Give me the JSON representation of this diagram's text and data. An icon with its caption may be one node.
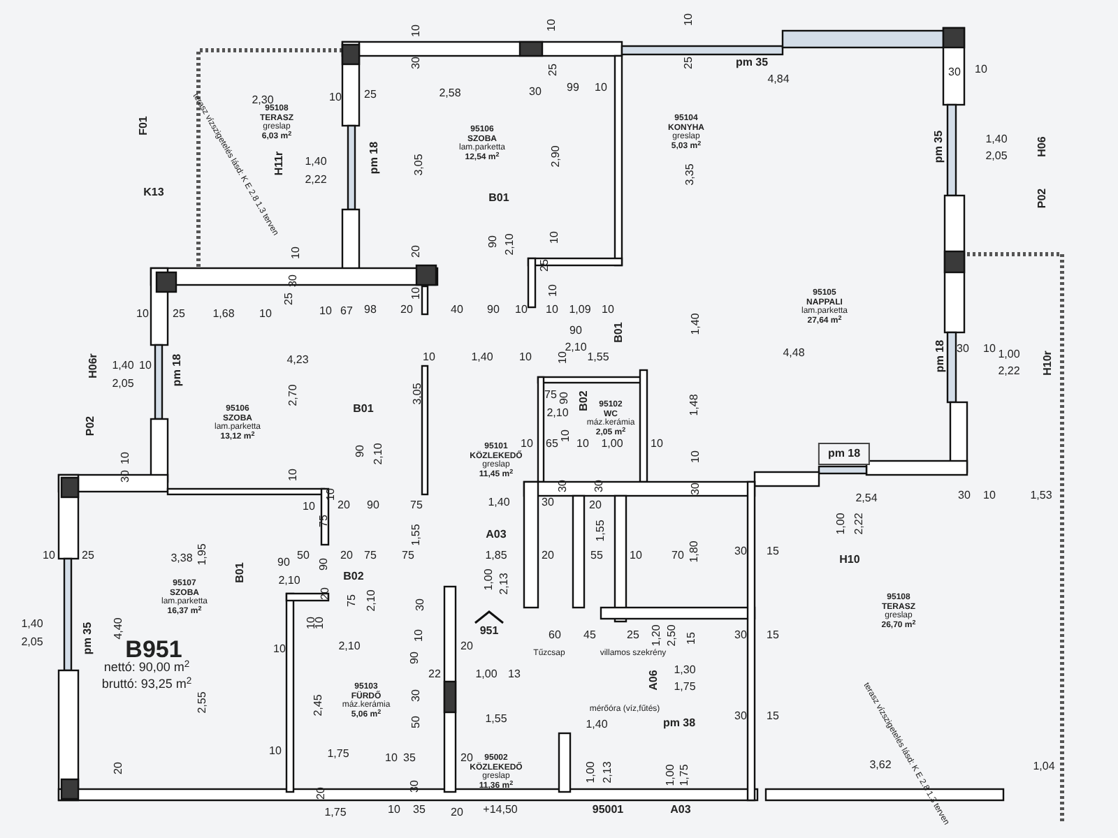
{
  "diagram": {
    "nodes": [
      {
        "text": [
          "95108",
          "TERASZ",
          "greslap",
          "6,03 m$^{2}$"
        ]
      },
      {
        "text": [
          "95106",
          "SZOBA",
          "lam.parketta",
          "12,54 m$^{2}$"
        ]
      },
      {
        "text": [
          "95104",
          "KONYHA",
          "greslap",
          "5,03 m$^{2}$"
        ]
      },
      {
        "text": [
          "95105",
          "NAPPALI",
          "lam.parketta",
          "27,64 m$^{2}$"
        ]
      },
      {
        "text": [
          "95106",
          "SZOBA",
          "lam.parketta",
          "13,12 m$^{2}$"
        ]
      },
      {
        "text": [
          "95102",
          "WC",
          "máz.kerámia",
          "2,05 m$^{2}$"
        ]
      },
      {
        "text": [
          "pm 18"
        ]
      },
      {
        "text": [
          "95101",
          "KÖZLEKEDŐ",
          "greslap",
          "11,45 m$^{2}$"
        ]
      },
      {
        "text": [
          "95107",
          "SZOBA",
          "lam.parketta",
          "16,37 m$^{2}$"
        ]
      },
      {
        "text": [
          "95103",
          "FÜRDŐ",
          "máz.kerámia",
          "5,06 m$^{2}$"
        ]
      },
      {
        "text": [
          "95108",
          "TERASZ",
          "greslap",
          "26,70 m$^{2}$"
        ]
      },
      {
        "text": [
          "95002",
          "KÖZLEKEDŐ",
          "greslap",
          "11,36 m$^{2}$"
        ]
      }
    ],
    "labels": [
      "10",
      "25",
      "10",
      "30",
      "10",
      "25",
      "10",
      "25",
      "pm 35",
      "30",
      "10",
      "4,84",
      "2,30",
      "2,58",
      "30",
      "99",
      "10",
      "F01",
      "terasz vízszigetelés lásd: K E 2.8 1.3 terven",
      "H11r",
      "1,40",
      "2,22",
      "pm 18",
      "3,05",
      "2,90",
      "3,35",
      "pm 35",
      "1,40",
      "2,05",
      "H06",
      "K13",
      "B01",
      "P02",
      "90",
      "2,10",
      "10",
      "10",
      "20",
      "25",
      "30",
      "25",
      "10",
      "10",
      "10",
      "25",
      "1,68",
      "10",
      "10",
      "67",
      "98",
      "20",
      "40",
      "90",
      "10",
      "10",
      "1,09",
      "10",
      "90",
      "2,10",
      "B01",
      "1,40",
      "H06r",
      "1,40",
      "2,05",
      "10",
      "pm 18",
      "4,23",
      "10",
      "1,40",
      "10",
      "10",
      "1,55",
      "4,48",
      "pm 18",
      "30",
      "10",
      "1,00",
      "2,22",
      "H10r",
      "2,70",
      "3,05",
      "75",
      "90",
      "B02",
      "1,48",
      "B01",
      "2,10",
      "P02",
      "10",
      "10",
      "90",
      "2,10",
      "10",
      "65",
      "10",
      "1,00",
      "10",
      "10",
      "30",
      "10",
      "10",
      "10",
      "20",
      "90",
      "75",
      "1,40",
      "30",
      "30",
      "20",
      "30",
      "30",
      "2,54",
      "30",
      "10",
      "1,53",
      "75",
      "1,00",
      "2,22",
      "1,55",
      "A03",
      "1,55",
      "30",
      "15",
      "10",
      "25",
      "3,38",
      "1,95",
      "90",
      "50",
      "90",
      "20",
      "75",
      "75",
      "1,85",
      "20",
      "55",
      "10",
      "70",
      "1,80",
      "H10",
      "B01",
      "2,10",
      "B02",
      "1,00",
      "2,13",
      "20",
      "75",
      "2,10",
      "30",
      "1,40",
      "10",
      "10",
      "951",
      "pm 35",
      "4,40",
      "60",
      "45",
      "25",
      "1,20",
      "2,50",
      "15",
      "30",
      "15",
      "2,05",
      "10",
      "B951",
      "10",
      "2,10",
      "20",
      "Tűzcsap",
      "villamos szekrény",
      "90",
      "nettó: 90,00 m$^{2}$",
      "22",
      "1,00",
      "13",
      "1,30",
      "bruttó: 93,25 m$^{2}$",
      "A06",
      "1,75",
      "30",
      "2,55",
      "2,45",
      "mérőóra (víz,fűtés)",
      "50",
      "1,55",
      "1,40",
      "pm 38",
      "30",
      "15",
      "10",
      "1,75",
      "10",
      "35",
      "20",
      "3,62",
      "1,04",
      "terasz vízszigetelés lásd: K E 2.8 1.3 terven",
      "20",
      "1,00",
      "2,13",
      "1,00",
      "1,75",
      "30",
      "20",
      "1,75",
      "10",
      "35",
      "20",
      "+14,50",
      "95001",
      "A03"
    ]
  }
}
